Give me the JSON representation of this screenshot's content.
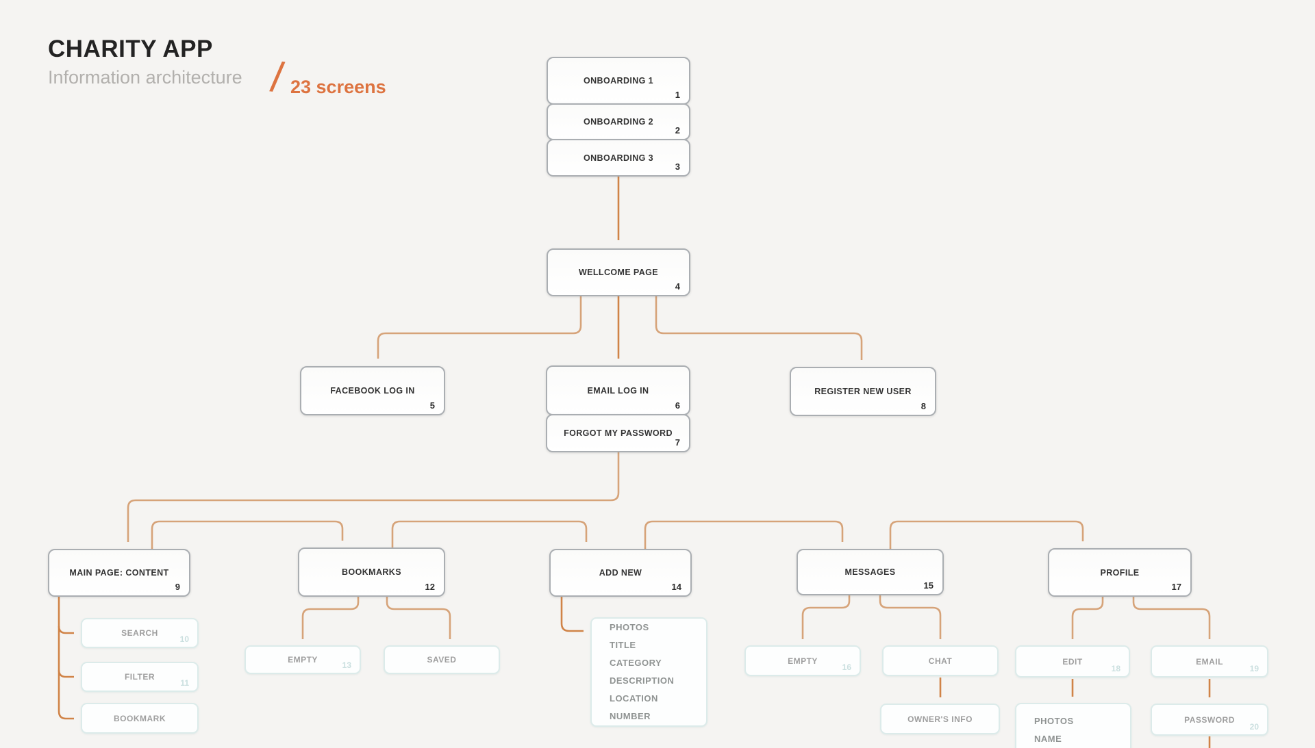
{
  "header": {
    "title": "CHARITY APP",
    "subtitle": "Information architecture",
    "slash": "/",
    "screens_count": "23 screens",
    "accent_color": "#dd7340"
  },
  "colors": {
    "background": "#f5f4f2",
    "main_box_border": "#aaaeb2",
    "sub_box_border": "#dcebea",
    "connector": "#d08347",
    "arrowhead": "#c76331"
  },
  "nodes": {
    "onboarding1": {
      "label": "ONBOARDING 1",
      "num": "1"
    },
    "onboarding2": {
      "label": "ONBOARDING 2",
      "num": "2"
    },
    "onboarding3": {
      "label": "ONBOARDING 3",
      "num": "3"
    },
    "wellcome": {
      "label": "WELLCOME PAGE",
      "num": "4"
    },
    "facebook_login": {
      "label": "FACEBOOK LOG IN",
      "num": "5"
    },
    "email_login": {
      "label": "EMAIL LOG IN",
      "num": "6"
    },
    "forgot_password": {
      "label": "FORGOT MY PASSWORD",
      "num": "7"
    },
    "register": {
      "label": "REGISTER NEW USER",
      "num": "8"
    },
    "main_page": {
      "label": "MAIN PAGE: CONTENT",
      "num": "9"
    },
    "search": {
      "label": "SEARCH",
      "num": "10"
    },
    "filter": {
      "label": "FILTER",
      "num": "11"
    },
    "bookmark": {
      "label": "BOOKMARK",
      "num": ""
    },
    "bookmarks": {
      "label": "BOOKMARKS",
      "num": "12"
    },
    "bm_empty": {
      "label": "EMPTY",
      "num": "13"
    },
    "saved": {
      "label": "SAVED",
      "num": ""
    },
    "add_new": {
      "label": "ADD NEW",
      "num": "14"
    },
    "add_new_fields": {
      "items": [
        "PHOTOS",
        "TITLE",
        "CATEGORY",
        "DESCRIPTION",
        "LOCATION",
        "NUMBER"
      ]
    },
    "messages": {
      "label": "MESSAGES",
      "num": "15"
    },
    "msg_empty": {
      "label": "EMPTY",
      "num": "16"
    },
    "chat": {
      "label": "CHAT",
      "num": ""
    },
    "owners_info": {
      "label": "OWNER'S INFO",
      "num": ""
    },
    "profile": {
      "label": "PROFILE",
      "num": "17"
    },
    "edit": {
      "label": "EDIT",
      "num": "18"
    },
    "email": {
      "label": "EMAIL",
      "num": "19"
    },
    "photos_name": {
      "items": [
        "PHOTOS",
        "NAME"
      ]
    },
    "password": {
      "label": "PASSWORD",
      "num": "20"
    }
  }
}
